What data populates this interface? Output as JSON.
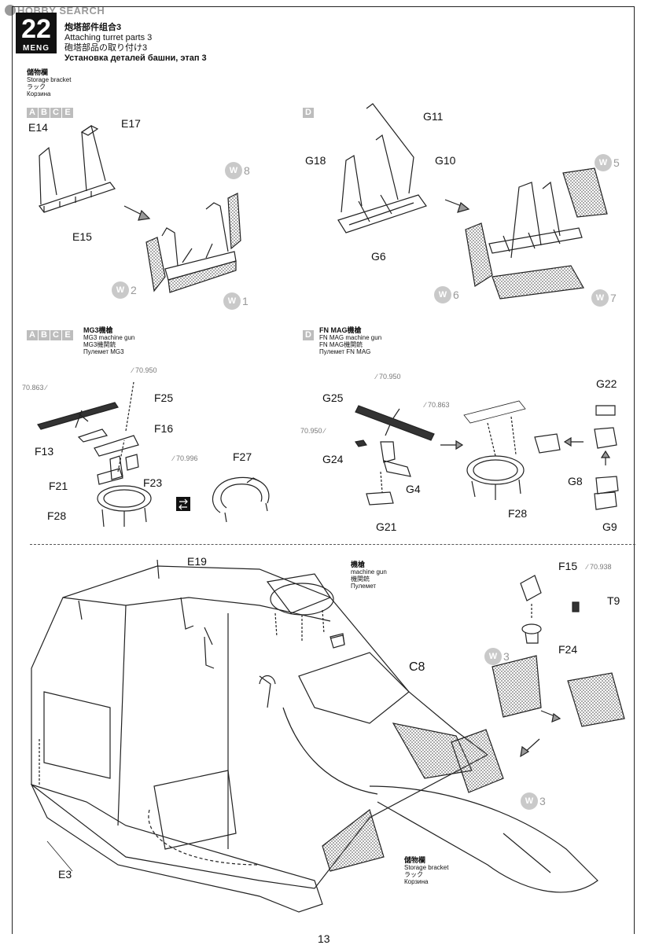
{
  "watermark": "HOBBY SEARCH",
  "step": {
    "number": "22",
    "brand": "MENG"
  },
  "titles": [
    "炮塔部件组合3",
    "Attaching turret parts 3",
    "砲塔部品の取り付け3",
    "Установка деталей башни, этап 3"
  ],
  "storage_top": [
    "儲物欄",
    "Storage bracket",
    "ラック",
    "Корзина"
  ],
  "variant_letters": {
    "abce": [
      "A",
      "B",
      "C",
      "E"
    ],
    "d": [
      "D"
    ]
  },
  "mg3_caption": [
    "MG3機槍",
    "MG3 machine gun",
    "MG3機関銃",
    "Пулемет MG3"
  ],
  "fnmag_caption": [
    "FN MAG機槍",
    "FN MAG machine gun",
    "FN MAG機関銃",
    "Пулемет FN MAG"
  ],
  "mg_main_caption": [
    "機槍",
    "machine gun",
    "機関銃",
    "Пулемет"
  ],
  "storage_bottom": [
    "儲物欄",
    "Storage bracket",
    "ラック",
    "Корзина"
  ],
  "part_labels": {
    "e14": "E14",
    "e17": "E17",
    "e15": "E15",
    "g11": "G11",
    "g18": "G18",
    "g10": "G10",
    "g6": "G6",
    "f25": "F25",
    "f16": "F16",
    "f13": "F13",
    "f21": "F21",
    "f23": "F23",
    "f28a": "F28",
    "f27": "F27",
    "g25": "G25",
    "g24": "G24",
    "g4": "G4",
    "g21": "G21",
    "f28b": "F28",
    "g22": "G22",
    "g8": "G8",
    "g9": "G9",
    "e19": "E19",
    "f15": "F15",
    "t9": "T9",
    "f24": "F24",
    "c8": "C8",
    "e3": "E3"
  },
  "paint_codes": {
    "c1": "70.950",
    "c2": "70.863",
    "c3": "70.996",
    "c4": "70.950",
    "c5": "70.863",
    "c6": "70.950",
    "c7": "70.938"
  },
  "w_badges": {
    "w8": "8",
    "w2": "2",
    "w1": "1",
    "w5": "5",
    "w6": "6",
    "w7": "7",
    "w3a": "3",
    "w3b": "3"
  },
  "page_number": "13"
}
